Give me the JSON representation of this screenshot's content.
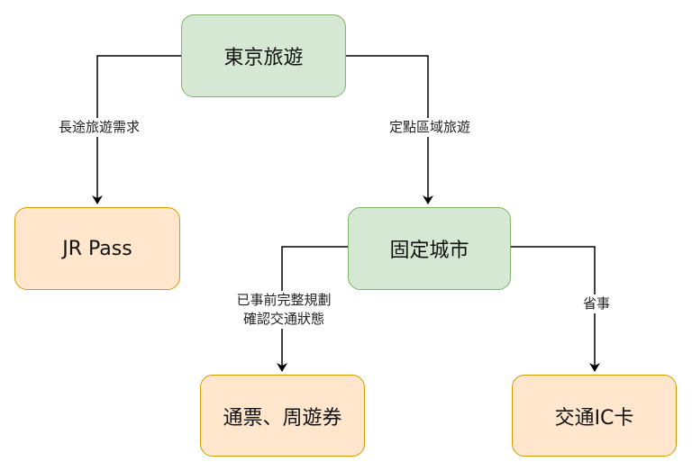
{
  "nodes": {
    "tokyo_travel": "東京旅遊",
    "jr_pass": "JR Pass",
    "fixed_city": "固定城市",
    "tickets_passes": "通票、周遊券",
    "ic_card": "交通IC卡"
  },
  "edges": {
    "long_distance": "長途旅遊需求",
    "regional": "定點區域旅遊",
    "planned_line1": "已事前完整規劃",
    "planned_line2": "確認交通狀態",
    "convenience": "省事"
  },
  "colors": {
    "green_fill": "#d5e8d4",
    "green_border": "#82b366",
    "orange_fill": "#ffe6cc",
    "orange_border": "#d79b00",
    "line": "#000000"
  }
}
